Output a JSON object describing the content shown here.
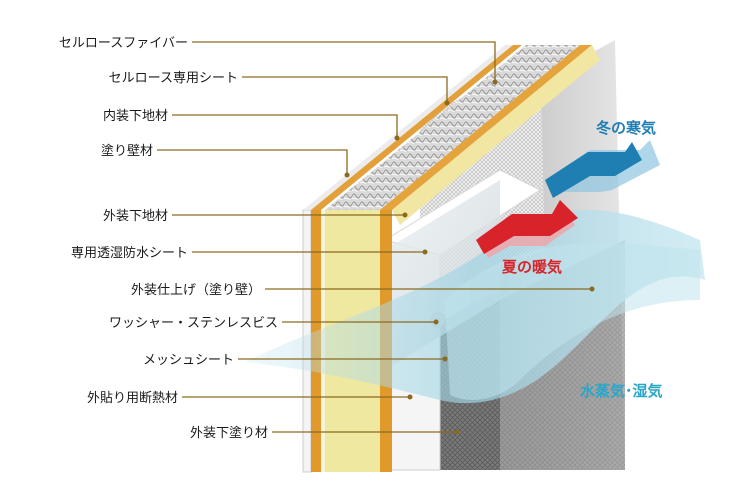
{
  "labels": [
    "セルロースファイバー",
    "セルロース専用シート",
    "内装下地材",
    "塗り壁材",
    "外装下地材",
    "専用透湿防水シート",
    "外装仕上げ（塗り壁）",
    "ワッシャー・ステンレスビス",
    "メッシュシート",
    "外貼り用断熱材",
    "外装下塗り材"
  ],
  "callouts": {
    "winter": "冬の寒気",
    "summer": "夏の暖気",
    "vapor": "水蒸気･湿気"
  },
  "colors": {
    "leader": "#8a6a1e",
    "winter": "#1f7fb3",
    "summer": "#d8232a",
    "vapor": "#2ba6c8",
    "insulation_yellow": "#efe8a0",
    "stud_orange": "#e09a2c"
  }
}
